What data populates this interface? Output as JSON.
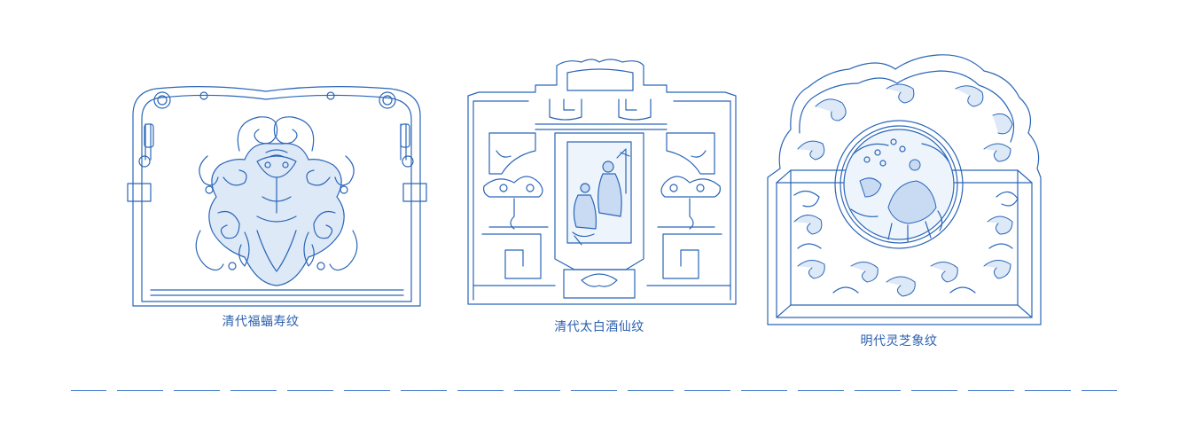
{
  "panels": [
    {
      "caption": "清代福蝠寿纹"
    },
    {
      "caption": "清代太白酒仙纹"
    },
    {
      "caption": "明代灵芝象纹"
    }
  ],
  "colors": {
    "line": "#2a66b8",
    "fill": "#dde9f7",
    "text": "#2a5fae"
  }
}
